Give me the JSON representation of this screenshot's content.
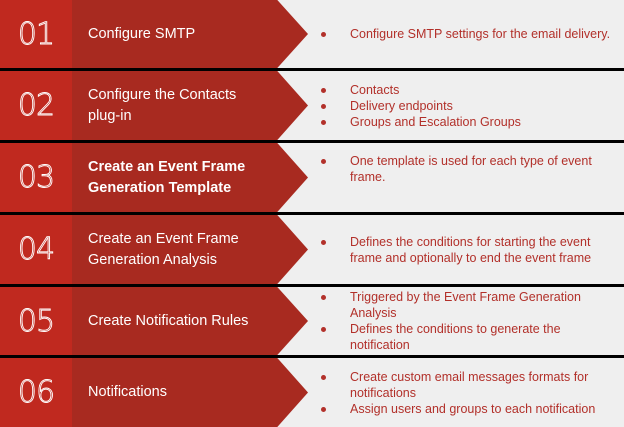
{
  "colors": {
    "number_box": "#c0291f",
    "title_band": "#a82a20",
    "description_bg": "#efefef",
    "description_text": "#b2302a",
    "separator": "#000000"
  },
  "steps": [
    {
      "number": "01",
      "title": "Configure SMTP",
      "bullets": [
        "Configure SMTP settings for the email delivery."
      ]
    },
    {
      "number": "02",
      "title": "Configure the Contacts plug-in",
      "bullets": [
        "Contacts",
        "Delivery endpoints",
        "Groups and Escalation Groups"
      ]
    },
    {
      "number": "03",
      "title": "Create an Event Frame Generation Template",
      "bullets": [
        "One template is used for each type of event frame."
      ]
    },
    {
      "number": "04",
      "title": "Create an Event Frame Generation Analysis",
      "bullets": [
        "Defines the conditions for starting the event frame and optionally to end the event frame"
      ]
    },
    {
      "number": "05",
      "title": "Create Notification Rules",
      "bullets": [
        "Triggered by the Event Frame Generation Analysis",
        "Defines the conditions to generate the notification"
      ]
    },
    {
      "number": "06",
      "title": "Notifications",
      "bullets": [
        "Create custom email messages formats for notifications",
        "Assign users and groups to each notification"
      ]
    }
  ]
}
